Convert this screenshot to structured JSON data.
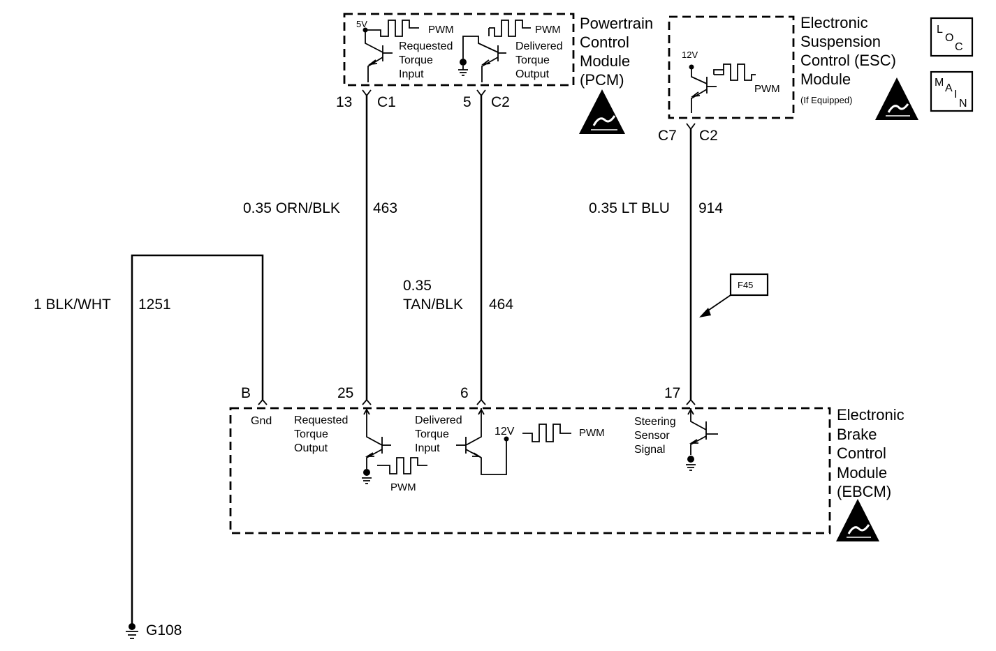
{
  "modules": {
    "pcm": {
      "lines": [
        "Powertrain",
        "Control",
        "Module",
        "(PCM)"
      ]
    },
    "esc": {
      "lines": [
        "Electronic",
        "Suspension",
        "Control (ESC)",
        "Module"
      ],
      "note": "(If Equipped)"
    },
    "ebcm": {
      "lines": [
        "Electronic",
        "Brake",
        "Control",
        "Module",
        "(EBCM)"
      ]
    }
  },
  "pcm_internal": {
    "supply": "5V",
    "pwm_left": "PWM",
    "pwm_right": "PWM",
    "requested": [
      "Requested",
      "Torque",
      "Input"
    ],
    "delivered": [
      "Delivered",
      "Torque",
      "Output"
    ]
  },
  "esc_internal": {
    "supply": "12V",
    "pwm": "PWM"
  },
  "ebcm_internal": {
    "gnd": "Gnd",
    "requested": [
      "Requested",
      "Torque",
      "Output"
    ],
    "delivered": [
      "Delivered",
      "Torque",
      "Input"
    ],
    "supply": "12V",
    "pwm_right": "PWM",
    "pwm_bottom": "PWM",
    "steering": [
      "Steering",
      "Sensor",
      "Signal"
    ]
  },
  "pins": {
    "pcm_13": "13",
    "pcm_c1": "C1",
    "pcm_5": "5",
    "pcm_c2": "C2",
    "esc_c7": "C7",
    "esc_c2": "C2",
    "ebcm_b": "B",
    "ebcm_25": "25",
    "ebcm_6": "6",
    "ebcm_17": "17"
  },
  "wires": [
    {
      "gauge_color": "0.35 ORN/BLK",
      "circuit": "463"
    },
    {
      "gauge_color": [
        "0.35",
        "TAN/BLK"
      ],
      "circuit": "464"
    },
    {
      "gauge_color": "0.35 LT BLU",
      "circuit": "914"
    },
    {
      "gauge_color": "1 BLK/WHT",
      "circuit": "1251"
    }
  ],
  "ground": "G108",
  "callout": "F45",
  "legend": {
    "loc": [
      "L",
      "O",
      "C"
    ],
    "main": [
      "M",
      "A",
      "I",
      "N"
    ]
  }
}
